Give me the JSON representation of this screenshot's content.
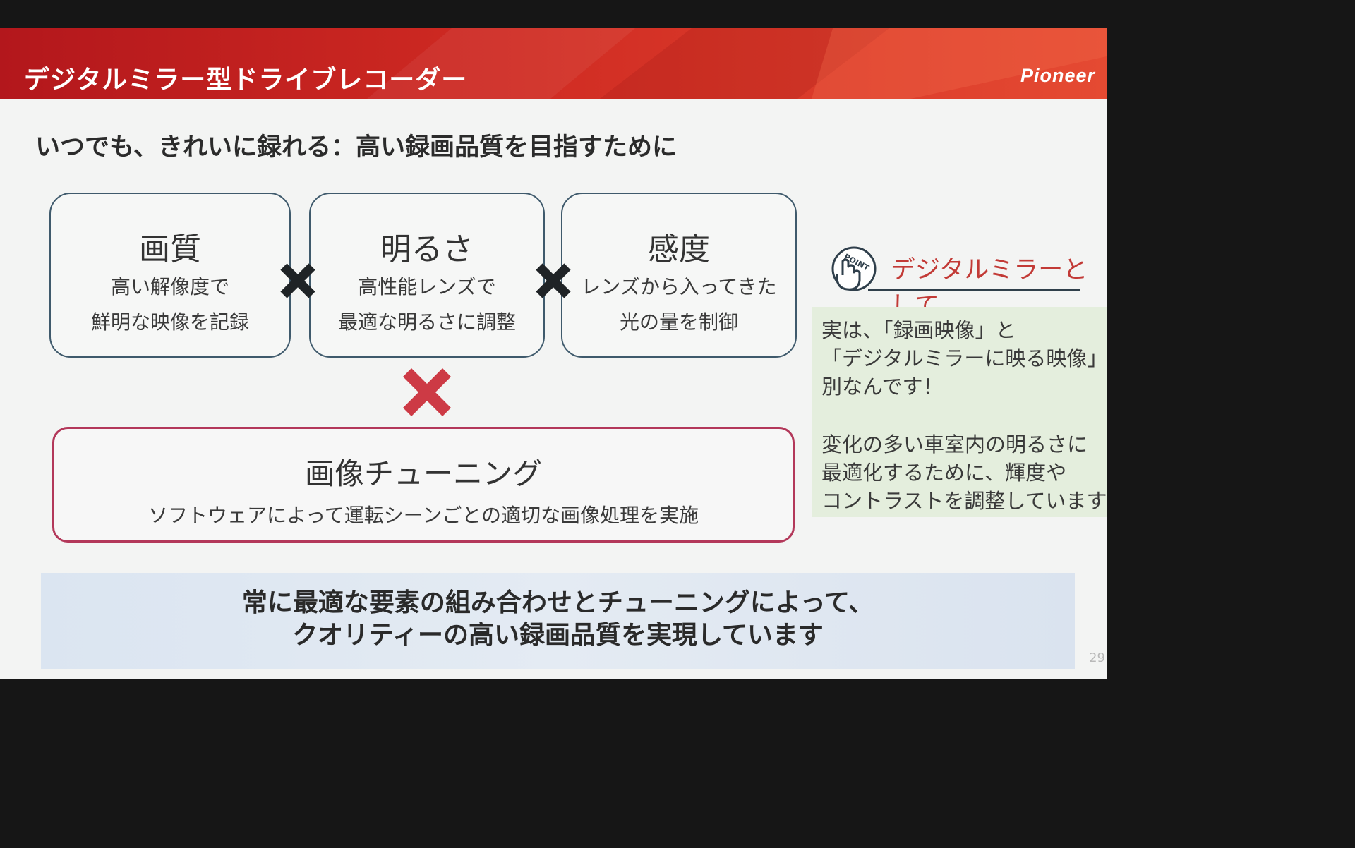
{
  "header": {
    "deck_title": "デジタルミラー型ドライブレコーダー",
    "brand_logo": "Pioneer"
  },
  "slide": {
    "subtitle": "いつでも、きれいに録れる：高い録画品質を目指すために",
    "factors": [
      {
        "title": "画質",
        "lines": [
          "高い解像度で",
          "鮮明な映像を記録"
        ]
      },
      {
        "title": "明るさ",
        "lines": [
          "高性能レンズで",
          "最適な明るさに調整"
        ]
      },
      {
        "title": "感度",
        "lines": [
          "レンズから入ってきた",
          "光の量を制御"
        ]
      }
    ],
    "tuning": {
      "title": "画像チューニング",
      "description": "ソフトウェアによって運転シーンごとの適切な画像処理を実施"
    },
    "point": {
      "badge_text": "POINT",
      "heading": "デジタルミラーとして",
      "lines": [
        "実は、「録画映像」と",
        "「デジタルミラーに映る映像」は",
        "別なんです！",
        "変化の多い車室内の明るさに",
        "最適化するために、輝度や",
        "コントラストを調整しています"
      ]
    },
    "conclusion": [
      "常に最適な要素の組み合わせとチューニングによって、",
      "クオリティーの高い録画品質を実現しています"
    ],
    "page_number": "29"
  },
  "colors": {
    "header_red": "#cf2a22",
    "card_border": "#3f5a6c",
    "cross_dark": "#1f2326",
    "cross_red": "#cd3a45",
    "tuning_border": "#b3385a",
    "point_red": "#c23a36",
    "note_bg": "#e4eedd",
    "footer_bg": "#dfe7f2"
  }
}
